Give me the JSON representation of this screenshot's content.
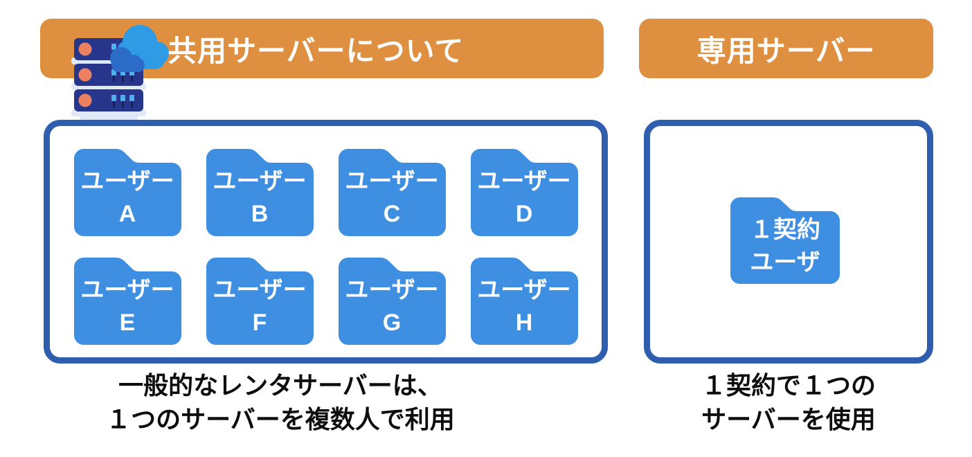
{
  "colors": {
    "banner_orange": "#DE9040",
    "folder_blue": "#3E8EE2",
    "box_border_blue": "#2F5EAF",
    "caption_text": "#0D0D0D",
    "banner_text": "#FFFFFF",
    "server_navy": "#27358A",
    "server_strip": "#DFE8F7",
    "led_orange": "#EC8161",
    "port_blue": "#4FB0EE",
    "cloud_blue": "#2E9BE4",
    "cloud_dark_blue": "#2B6CC8"
  },
  "icons": {
    "server_stack": "server-stack-icon",
    "cloud": "cloud-icon",
    "folder": "folder-icon"
  },
  "shared_section": {
    "banner_label": "共用サーバーについて",
    "folders": [
      {
        "line1": "ユーザー",
        "line2": "A"
      },
      {
        "line1": "ユーザー",
        "line2": "B"
      },
      {
        "line1": "ユーザー",
        "line2": "C"
      },
      {
        "line1": "ユーザー",
        "line2": "D"
      },
      {
        "line1": "ユーザー",
        "line2": "E"
      },
      {
        "line1": "ユーザー",
        "line2": "F"
      },
      {
        "line1": "ユーザー",
        "line2": "G"
      },
      {
        "line1": "ユーザー",
        "line2": "H"
      }
    ],
    "caption_line1": "一般的なレンタサーバーは、",
    "caption_line2": "１つのサーバーを複数人で利用"
  },
  "dedicated_section": {
    "banner_label": "専用サーバー",
    "folder": {
      "line1": "１契約",
      "line2": "ユーザ"
    },
    "caption_line1": "１契約で１つの",
    "caption_line2": "サーバーを使用"
  }
}
